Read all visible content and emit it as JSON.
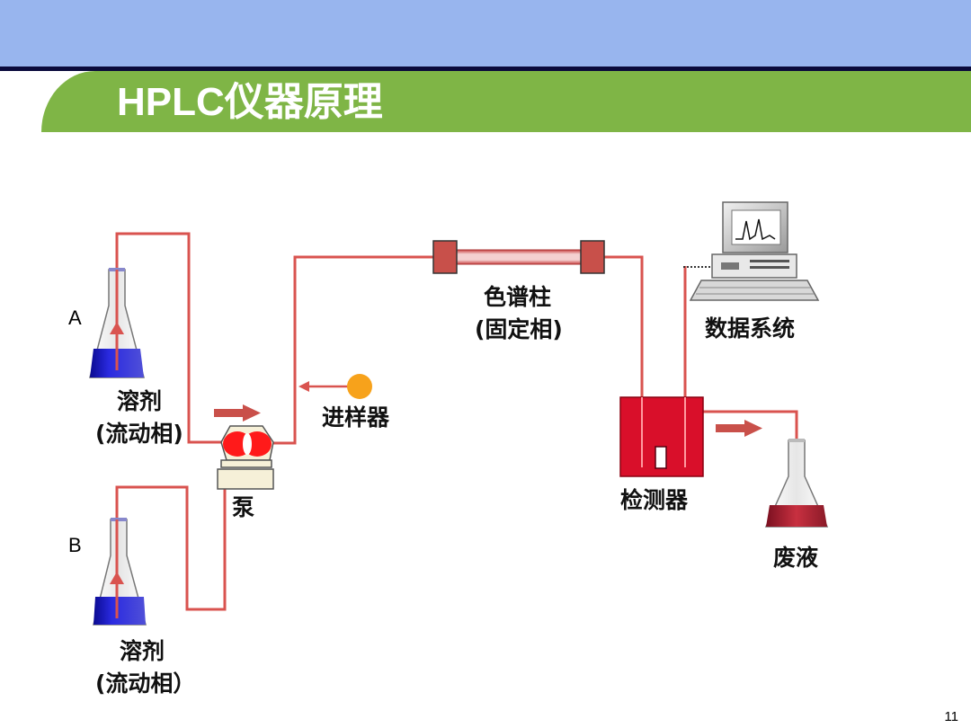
{
  "slide": {
    "title": "HPLC仪器原理",
    "page_number": "11"
  },
  "labels": {
    "bottle_a_letter": "A",
    "bottle_b_letter": "B",
    "solvent_a_line1": "溶剂",
    "solvent_a_line2": "(流动相)",
    "solvent_b_line1": "溶剂",
    "solvent_b_line2": "(流动相）",
    "pump": "泵",
    "injector": "进样器",
    "column_line1": "色谱柱",
    "column_line2": "(固定相)",
    "data_system": "数据系统",
    "detector": "检测器",
    "waste": "废液"
  },
  "colors": {
    "top_band": "#98b5ee",
    "title_band": "#7fb546",
    "tubing": "#d9534f",
    "solvent_blue": "#1c1cc8",
    "detector_red": "#d90f2a",
    "pump_red": "#ff1a1a",
    "injector_orange": "#f7a21b",
    "waste_liquid": "#b0243a"
  }
}
